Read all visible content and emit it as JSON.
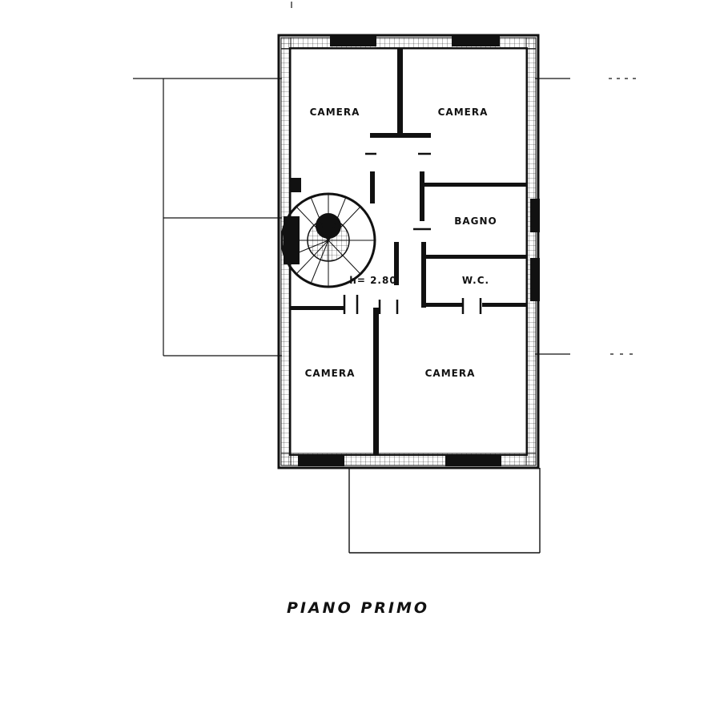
{
  "plan": {
    "rooms": {
      "camera_top_left": "CAMERA",
      "camera_top_right": "CAMERA",
      "bagno": "BAGNO",
      "wc": "W.C.",
      "disimpegno": "h= 2.80",
      "camera_bottom_left": "CAMERA",
      "camera_bottom_right": "CAMERA"
    },
    "floor_title": "PIANO PRIMO",
    "colors": {
      "ink": "#111111",
      "paper": "#ffffff"
    }
  }
}
